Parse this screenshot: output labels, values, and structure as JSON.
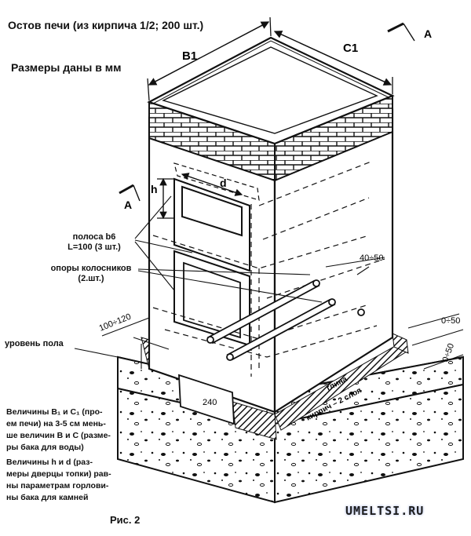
{
  "title": "Остов печи (из кирпича 1/2; 200 шт.)",
  "dimensions_note": "Размеры даны в мм",
  "labels": {
    "b1": "B1",
    "c1": "C1",
    "a_top": "A",
    "a_left": "A",
    "h": "h",
    "d": "d",
    "strip_line1": "полоса b6",
    "strip_line2": "L=100 (3 шт.)",
    "grate_line1": "опоры колосников",
    "grate_line2": "(2.шт.)",
    "floor_level": "уровень пола",
    "dim_100_120": "100÷120",
    "dim_40_50": "40÷50",
    "dim_0_50_top": "0÷50",
    "dim_0_50_bottom": "0÷50",
    "dim_240": "240",
    "clay": "глина",
    "brick_layers": "кирпич – 2 слоя"
  },
  "notes": [
    "Величины B₁ и C₁ (про-",
    "ем печи) на 3-5 см мень-",
    "ше величин B и C (разме-",
    "ры бака для воды)",
    "Величины h и d (раз-",
    "меры дверцы топки) рав-",
    "ны параметрам горлови-",
    "ны бака для камней"
  ],
  "figure_caption": "Рис. 2",
  "watermark": "UMELTSI.RU"
}
